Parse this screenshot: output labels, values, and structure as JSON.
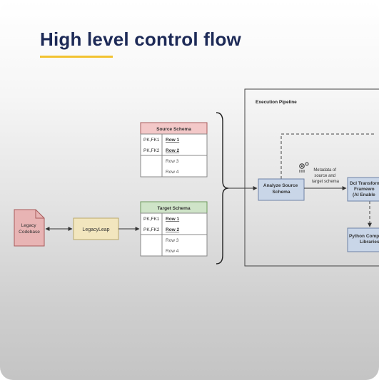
{
  "title": "High level control flow",
  "colors": {
    "title": "#1d2a57",
    "accent_underline": "#f2c230",
    "source_header": "#f3c8c8",
    "target_header": "#cfe4c8",
    "legacy_codebase": "#e8b4b4",
    "legacyleap": "#f2e6be",
    "process_box": "#c9d6e8"
  },
  "diagram": {
    "legacy_codebase": "Legacy\nCodebase",
    "legacyleap": "LegacyLeap",
    "source_schema": {
      "header": "Source Schema",
      "rows": [
        {
          "key": "PK,FK1",
          "label": "Row 1"
        },
        {
          "key": "PK,FK2",
          "label": "Row 2"
        },
        {
          "key": "",
          "label": "Row 3"
        },
        {
          "key": "",
          "label": "Row 4"
        }
      ]
    },
    "target_schema": {
      "header": "Target Schema",
      "rows": [
        {
          "key": "PK,FK1",
          "label": "Row 1"
        },
        {
          "key": "PK,FK2",
          "label": "Row 2"
        },
        {
          "key": "",
          "label": "Row 3"
        },
        {
          "key": "",
          "label": "Row 4"
        }
      ]
    },
    "pipeline_label": "Execution Pipeline",
    "analyze_box": "Analyze Source\nSchema",
    "metadata_label": "Metadata of\nsource and\ntarget schema",
    "transform_box": "Dcl Transform\nFramewo\n(AI Enable",
    "python_box": "Python Compo\nLibraries"
  }
}
